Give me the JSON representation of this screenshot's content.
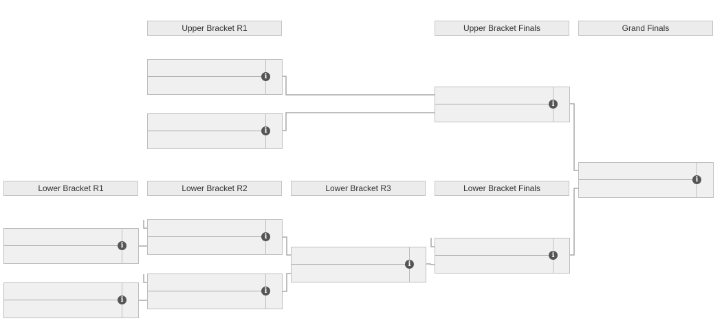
{
  "headers": {
    "upper_r1": "Upper Bracket R1",
    "upper_finals": "Upper Bracket Finals",
    "grand_finals": "Grand Finals",
    "lower_r1": "Lower Bracket R1",
    "lower_r2": "Lower Bracket R2",
    "lower_r3": "Lower Bracket R3",
    "lower_finals": "Lower Bracket Finals"
  },
  "icons": {
    "info": "info-icon"
  },
  "colors": {
    "connector": "#a9a9a9",
    "match_bg": "#f0f0f0",
    "header_bg": "#ececec",
    "info_icon": "#555555"
  }
}
